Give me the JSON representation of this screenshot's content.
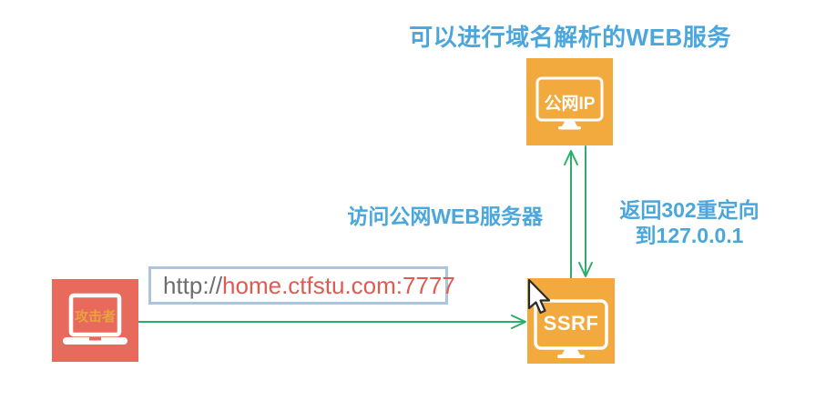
{
  "title": "可以进行域名解析的WEB服务",
  "nodes": {
    "public_web": {
      "label": "公网IP"
    },
    "ssrf": {
      "label": "SSRF"
    },
    "attacker": {
      "label": "攻击者"
    }
  },
  "url_box": {
    "scheme": "http://",
    "address": "home.ctfstu.com:7777"
  },
  "edges": {
    "visit_label": "访问公网WEB服务器",
    "redirect_label_line1": "返回302重定向",
    "redirect_label_line2": "到127.0.0.1"
  },
  "colors": {
    "node_orange": "#F2A93E",
    "node_red": "#E76A5C",
    "arrow_green": "#2BAE6A",
    "label_blue": "#4BA7DB",
    "url_text_red": "#E05B4F",
    "url_scheme_gray": "#6D6D6D",
    "url_border_blue": "#A9C5E2",
    "attacker_label_orange": "#E8A33C"
  }
}
